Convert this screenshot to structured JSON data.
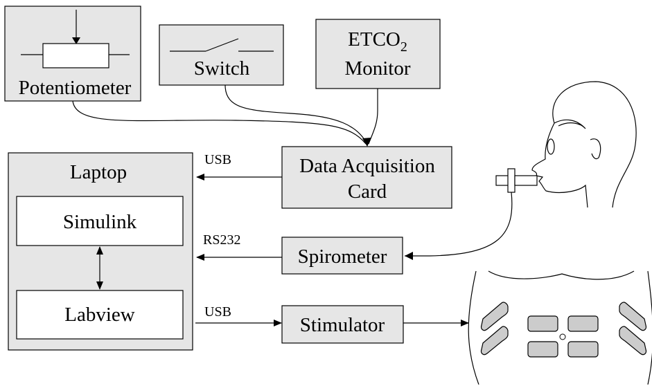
{
  "blocks": {
    "potentiometer": "Potentiometer",
    "switch": "Switch",
    "etco2_line1_prefix": "ETCO",
    "etco2_subscript": "2",
    "etco2_line2": "Monitor",
    "daq_line1": "Data Acquisition",
    "daq_line2": "Card",
    "laptop": "Laptop",
    "simulink": "Simulink",
    "labview": "Labview",
    "spirometer": "Spirometer",
    "stimulator": "Stimulator"
  },
  "connections": {
    "usb_daq": "USB",
    "rs232": "RS232",
    "usb_stim": "USB"
  },
  "colors": {
    "block_fill": "#e6e6e6",
    "pad_fill": "#cccccc",
    "stroke": "#000000"
  }
}
